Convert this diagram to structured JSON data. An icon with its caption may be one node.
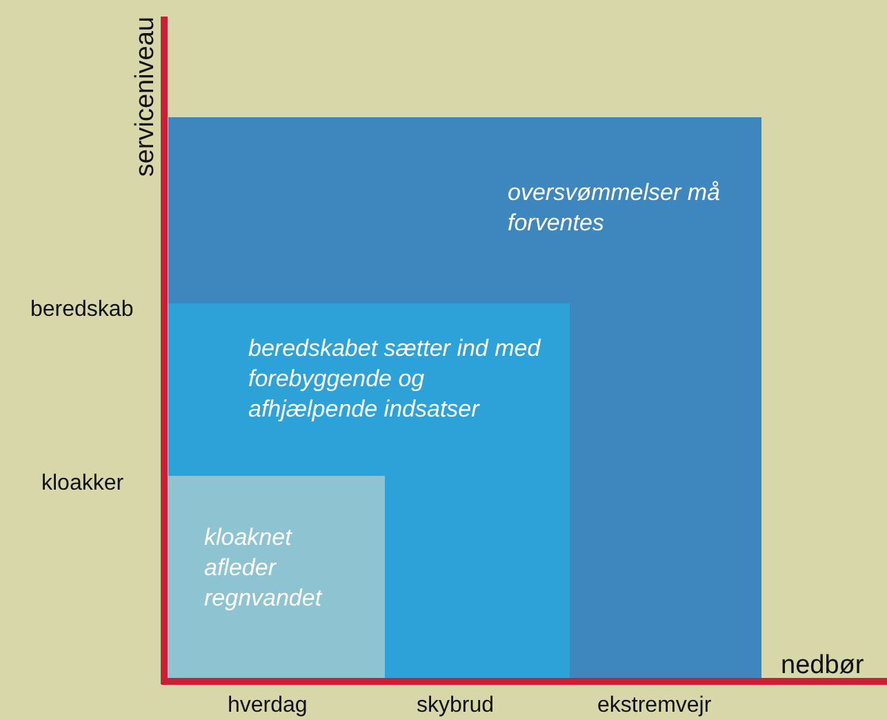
{
  "diagram": {
    "nodes": [
      {
        "text": [
          "oversvømmelser må forventes"
        ]
      },
      {
        "text": [
          "beredskabet sætter ind med forebyggende og afhjælpende indsatser"
        ],
        "in": 0
      },
      {
        "text": [
          "kloaknet afleder regnvandet"
        ],
        "in": 1
      }
    ],
    "labels": [
      "serviceniveau",
      "beredskab",
      "kloakker",
      "nedbør",
      "hverdag",
      "skybrud",
      "ekstremvejr"
    ]
  }
}
